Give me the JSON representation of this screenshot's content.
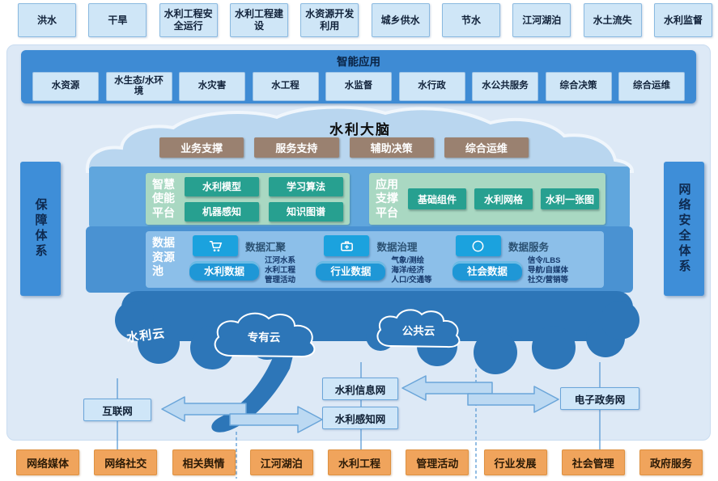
{
  "top_challenges": {
    "items": [
      "洪水",
      "干旱",
      "水利工程安全运行",
      "水利工程建设",
      "水资源开发利用",
      "城乡供水",
      "节水",
      "江河湖泊",
      "水土流失",
      "水利监督"
    ]
  },
  "smart_apps": {
    "title": "智能应用",
    "items": [
      "水资源",
      "水生态/水环境",
      "水灾害",
      "水工程",
      "水监督",
      "水行政",
      "水公共服务",
      "综合决策",
      "综合运维"
    ]
  },
  "brain": {
    "title": "水利大脑",
    "support_boxes": [
      "业务支撑",
      "服务支持",
      "辅助决策",
      "综合运维"
    ],
    "enable_platform": {
      "label": "智慧使能平台",
      "items": [
        "水利模型",
        "学习算法",
        "机器感知",
        "知识图谱"
      ]
    },
    "app_platform": {
      "label": "应用支撑平台",
      "items": [
        "基础组件",
        "水利网格",
        "水利一张图"
      ]
    },
    "data_pool": {
      "label": "数据资源池",
      "functions": [
        {
          "icon": "cart-icon",
          "label": "数据汇聚"
        },
        {
          "icon": "medkit-icon",
          "label": "数据治理"
        },
        {
          "icon": "compass-icon",
          "label": "数据服务"
        }
      ],
      "sources": [
        {
          "label": "水利数据",
          "detail": "江河水系\n水利工程\n管理活动"
        },
        {
          "label": "行业数据",
          "detail": "气象/测绘\n海洋/经济\n人口/交通等"
        },
        {
          "label": "社会数据",
          "detail": "信令/LBS\n导航/自媒体\n社交/营销等"
        }
      ]
    },
    "cloud": {
      "label": "水利云",
      "private_cloud": "专有云",
      "public_cloud": "公共云"
    }
  },
  "pillars": {
    "left": "保障体系",
    "right": "网络安全体系"
  },
  "networks": {
    "internet": "互联网",
    "water_info": "水利信息网",
    "water_sense": "水利感知网",
    "egov": "电子政务网"
  },
  "bottom_sources": {
    "items": [
      "网络媒体",
      "网络社交",
      "相关舆情",
      "江河湖泊",
      "水利工程",
      "管理活动",
      "行业发展",
      "社会管理",
      "政府服务"
    ]
  },
  "colors": {
    "band_blue": "#3e8bd4",
    "light_box": "#cfe6f7",
    "dome_blue": "#b9d6ef",
    "brown": "#9a8170",
    "platform_band": "#60a6dd",
    "green_panel": "#a9d8c2",
    "teal_box": "#27a090",
    "data_band": "#4a92d2",
    "data_panel": "#8cbfe9",
    "tile_blue": "#1ba2de",
    "dark_cloud": "#2d76b8",
    "orange": "#f0a45c"
  }
}
